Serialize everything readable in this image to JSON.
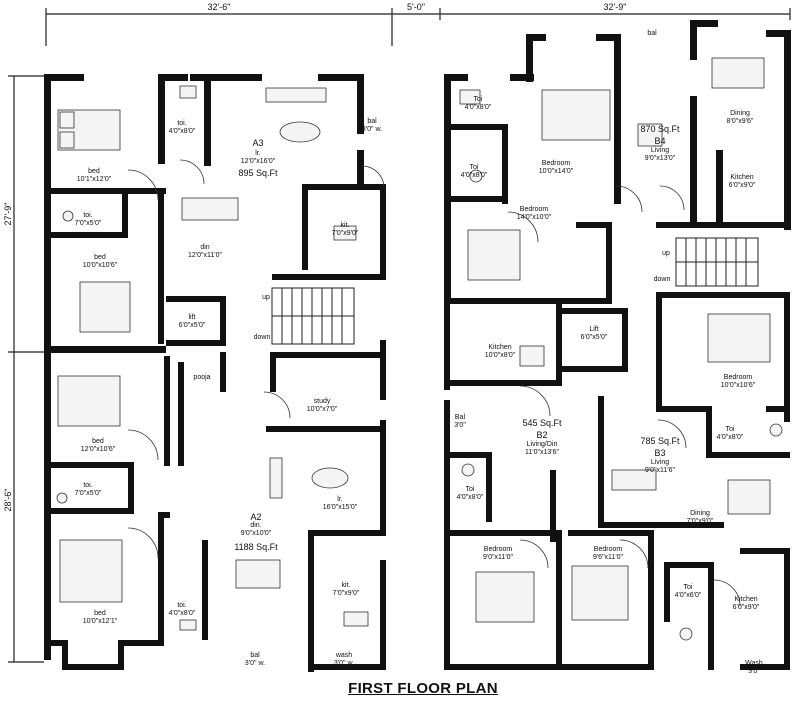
{
  "title": "FIRST FLOOR PLAN",
  "dimensions": {
    "top_left": "32'-6\"",
    "top_mid": "5'-0\"",
    "top_right": "32'-9\"",
    "left_upper": "27'-9\"",
    "left_lower": "28'-6\""
  },
  "units": {
    "a3": {
      "name": "A3",
      "area": "895 Sq.Ft"
    },
    "a2": {
      "name": "A2",
      "room": "din.",
      "size": "9'0\"x10'0\"",
      "area": "1188 Sq.Ft"
    },
    "b4": {
      "area": "870 Sq.Ft",
      "name": "B4",
      "room": "Living",
      "size": "9'0\"x13'0\""
    },
    "b2": {
      "area": "545 Sq.Ft",
      "name": "B2",
      "room": "Living/Din",
      "size": "11'0\"x13'6\""
    },
    "b3": {
      "area": "785 Sq.Ft",
      "name": "B3",
      "room": "Living",
      "size": "9'0\"x11'6\""
    }
  },
  "rooms": {
    "l_bed1": {
      "name": "bed",
      "size": "10'1\"x12'0\""
    },
    "l_toi1": {
      "name": "toi.",
      "size": "4'0\"x8'0\""
    },
    "l_lr": {
      "name": "lr.",
      "size": "12'0\"x16'0\""
    },
    "l_bal1": {
      "name": "bal",
      "size": "3'0\" w."
    },
    "l_toi2": {
      "name": "toi.",
      "size": "7'0\"x5'0\""
    },
    "l_din": {
      "name": "din",
      "size": "12'0\"x11'0\""
    },
    "l_kit1": {
      "name": "kit.",
      "size": "7'0\"x9'0\""
    },
    "l_bed2": {
      "name": "bed",
      "size": "10'0\"x10'6\""
    },
    "l_lift": {
      "name": "lift",
      "size": "6'0\"x5'0\""
    },
    "l_pooja": {
      "name": "pooja"
    },
    "l_study": {
      "name": "study",
      "size": "10'0\"x7'0\""
    },
    "l_bed3": {
      "name": "bed",
      "size": "12'0\"x10'6\""
    },
    "l_toi3": {
      "name": "toi.",
      "size": "7'0\"x5'0\""
    },
    "l_lr2": {
      "name": "lr.",
      "size": "16'0\"x15'0\""
    },
    "l_toi4": {
      "name": "toi.",
      "size": "4'0\"x8'0\""
    },
    "l_kit2": {
      "name": "kit.",
      "size": "7'0\"x9'0\""
    },
    "l_bed4": {
      "name": "bed",
      "size": "10'0\"x12'1\""
    },
    "l_bal2": {
      "name": "bal",
      "size": "3'0\" w."
    },
    "l_wash": {
      "name": "wash",
      "size": "3'0\" w."
    },
    "r_bal": {
      "name": "bal"
    },
    "r_toi1": {
      "name": "Toi",
      "size": "4'0\"x8'0\""
    },
    "r_dining1": {
      "name": "Dining",
      "size": "8'0\"x9'6\""
    },
    "r_bed1": {
      "name": "Bedroom",
      "size": "10'0\"x14'0\""
    },
    "r_toi2": {
      "name": "Toi",
      "size": "4'0\"x8'0\""
    },
    "r_kit1": {
      "name": "Kitchen",
      "size": "6'0\"x9'0\""
    },
    "r_bed2": {
      "name": "Bedroom",
      "size": "14'0\"x10'0\""
    },
    "r_kit2": {
      "name": "Kitchen",
      "size": "10'0\"x8'0\""
    },
    "r_lift": {
      "name": "Lift",
      "size": "6'0\"x5'0\""
    },
    "r_bed3": {
      "name": "Bedroom",
      "size": "10'0\"x10'6\""
    },
    "r_bal2": {
      "name": "Bal",
      "size": "3'0\""
    },
    "r_toi3": {
      "name": "Toi",
      "size": "4'0\"x8'0\""
    },
    "r_toi4": {
      "name": "Toi",
      "size": "4'0\"x8'0\""
    },
    "r_dining2": {
      "name": "Dining",
      "size": "7'0\"x9'0\""
    },
    "r_bed4": {
      "name": "Bedroom",
      "size": "9'0\"x11'0\""
    },
    "r_bed5": {
      "name": "Bedroom",
      "size": "9'6\"x11'0\""
    },
    "r_toi5": {
      "name": "Toi",
      "size": "4'0\"x6'0\""
    },
    "r_kit3": {
      "name": "Kitchen",
      "size": "6'0\"x9'0\""
    },
    "r_wash": {
      "name": "Wash",
      "size": "3'0\""
    }
  },
  "stairs": {
    "left": {
      "up": "up",
      "down": "down"
    },
    "right": {
      "up": "up",
      "down": "down"
    }
  }
}
